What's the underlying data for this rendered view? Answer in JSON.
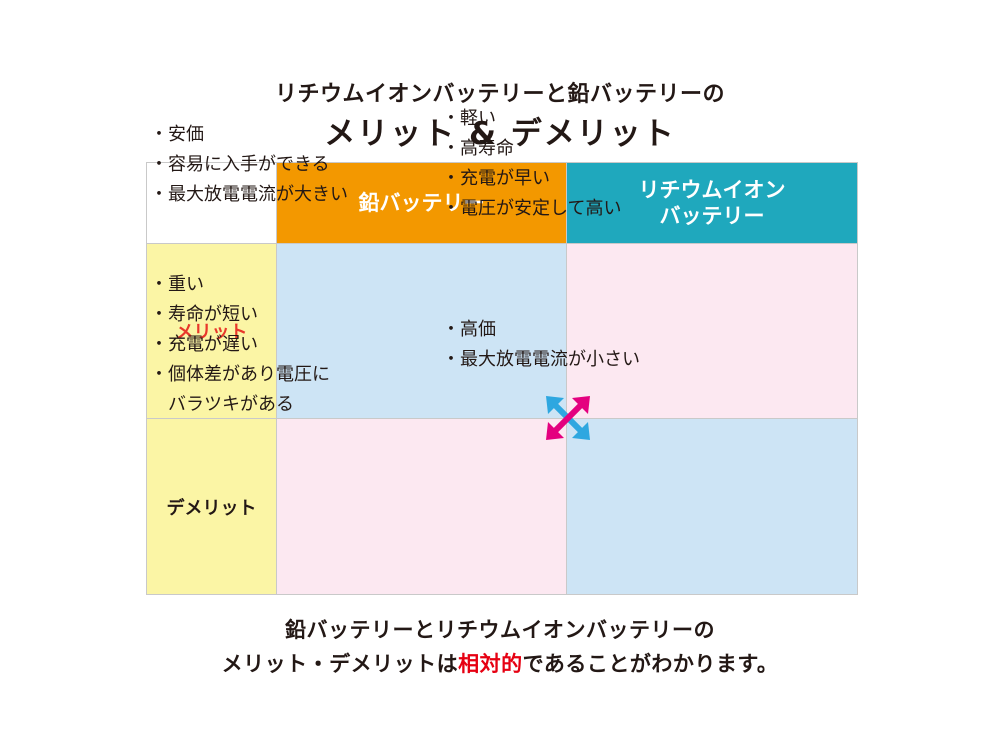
{
  "title": {
    "line1": "リチウムイオンバッテリーと鉛バッテリーの",
    "line2": "メリット & デメリット"
  },
  "table": {
    "headers": {
      "lead": "鉛バッテリー",
      "lithium": "リチウムイオン\nバッテリー"
    },
    "rows": {
      "merit": "メリット",
      "demerit": "デメリット"
    },
    "cells": {
      "lead_merit": [
        "安価",
        "容易に入手ができる",
        "最大放電電流が大きい"
      ],
      "lithium_merit": [
        "軽い",
        "高寿命",
        "充電が早い",
        "電圧が安定して高い"
      ],
      "lead_demerit": [
        "重い",
        "寿命が短い",
        "充電が遅い",
        "個体差があり電圧に\nバラツキがある"
      ],
      "lithium_demerit": [
        "高価",
        "最大放電電流が小さい"
      ]
    }
  },
  "summary": {
    "line1": "鉛バッテリーとリチウムイオンバッテリーの",
    "line2_before": "メリット・デメリットは",
    "line2_emphasis": "相対的",
    "line2_after": "であることがわかります。"
  },
  "colors": {
    "lead_header": "#f39800",
    "lithium_header": "#1fa8bd",
    "row_header": "#fbf5a5",
    "blue_cell": "#cde4f5",
    "pink_cell": "#fce8f1",
    "merit_text": "#e8382b",
    "emphasis": "#e60012",
    "cross_arrow_blue": "#2ea7e0",
    "cross_arrow_pink": "#e4007f"
  },
  "icons": {
    "cross_arrows": "cross-arrows-icon"
  }
}
